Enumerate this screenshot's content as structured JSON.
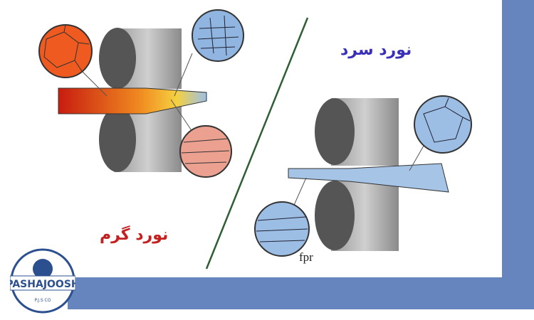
{
  "labels": {
    "cold_rolling": "نورد سرد",
    "hot_rolling": "نورد گرم",
    "watermark": "fpr"
  },
  "logo": {
    "brand": "PASHAJOOSH",
    "company": "P.J.S CO"
  },
  "colors": {
    "accent_blue": "#6685bf",
    "cold_title": "#3a2fb8",
    "hot_title": "#c42020",
    "divider": "#2f5e35"
  }
}
